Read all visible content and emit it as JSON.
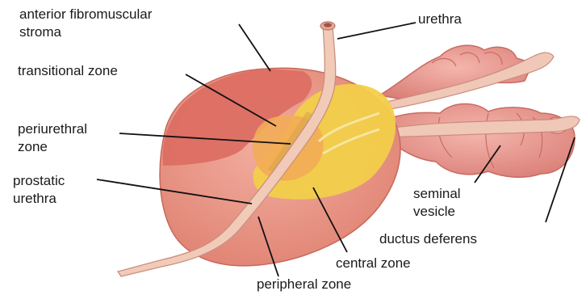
{
  "labels": {
    "anterior_line1": "anterior fibromuscular",
    "anterior_line2": "stroma",
    "urethra": "urethra",
    "transitional": "transitional zone",
    "periurethral_line1": "periurethral",
    "periurethral_line2": "zone",
    "prostatic_line1": "prostatic",
    "prostatic_line2": "urethra",
    "seminal_line1": "seminal",
    "seminal_line2": "vesicle",
    "ductus": "ductus deferens",
    "central": "central zone",
    "peripheral": "peripheral zone"
  },
  "colors": {
    "prostate_body": "#e89484",
    "anterior_stroma": "#dd6f66",
    "central_zone": "#f3d044",
    "transitional_zone": "#f0b25a",
    "urethra": "#f1c9b6",
    "seminal_vesicle": "#e99a91",
    "leader_line": "#111111"
  }
}
